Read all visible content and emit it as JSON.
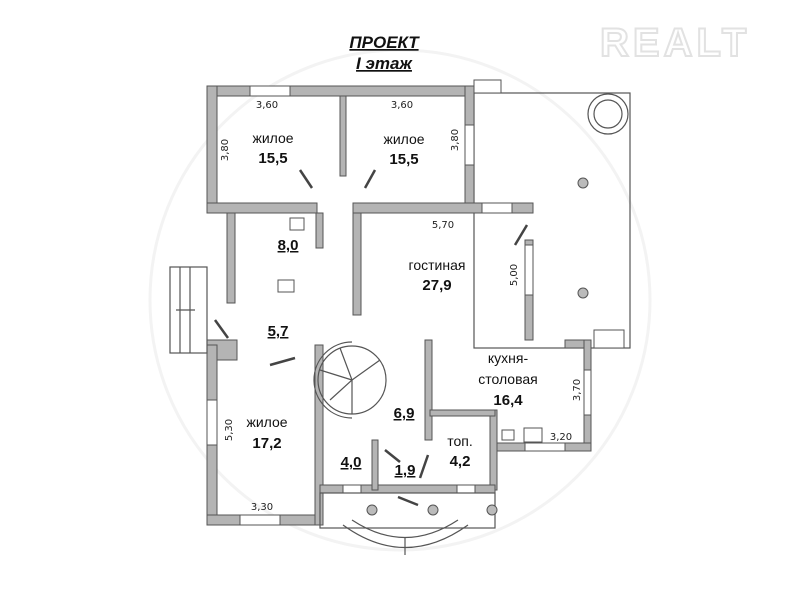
{
  "title": {
    "line1": "ПРОЕКТ",
    "line2": "I этаж"
  },
  "watermark": "REALT",
  "rooms": [
    {
      "name": "жилое",
      "area": "15,5",
      "dims": [
        "3,60",
        "3,80"
      ]
    },
    {
      "name": "жилое",
      "area": "15,5",
      "dims": [
        "3,60",
        "3,80"
      ]
    },
    {
      "name": "",
      "area": "8,0"
    },
    {
      "name": "гостиная",
      "area": "27,9",
      "dims": [
        "5,70",
        "5,00"
      ]
    },
    {
      "name": "",
      "area": "5,7"
    },
    {
      "name": "жилое",
      "area": "17,2",
      "dims": [
        "5,30",
        "3,30"
      ]
    },
    {
      "name": "",
      "area": "6,9"
    },
    {
      "name": "кухня-",
      "name2": "столовая",
      "area": "16,4",
      "dims": [
        "3,70",
        "3,20"
      ]
    },
    {
      "name": "",
      "area": "4,0"
    },
    {
      "name": "",
      "area": "1,9"
    },
    {
      "name": "топ.",
      "area": "4,2"
    }
  ],
  "colors": {
    "wall": "#b4b4b4",
    "line": "#555555"
  }
}
